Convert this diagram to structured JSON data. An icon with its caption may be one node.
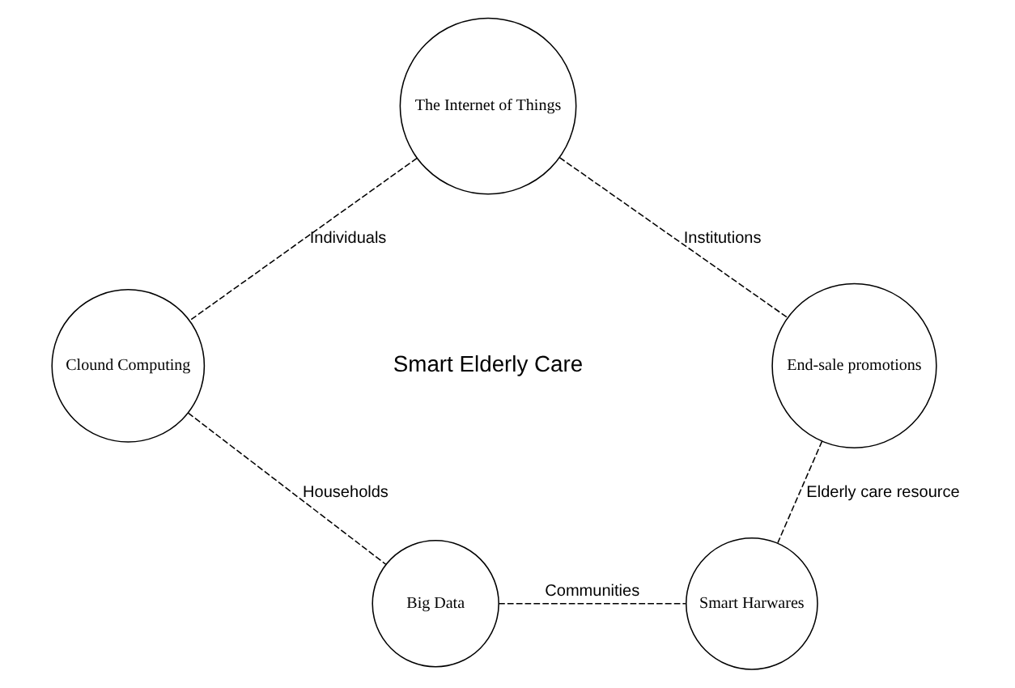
{
  "diagram": {
    "nodes": [
      {
        "text": [
          "The Internet of Things"
        ]
      },
      {
        "text": [
          "Clound Computing"
        ]
      },
      {
        "text": [
          "End-sale promotions"
        ]
      },
      {
        "text": [
          "Big Data"
        ]
      },
      {
        "text": [
          "Smart Harwares"
        ]
      }
    ],
    "edges": [
      {
        "from": 0,
        "to": 1,
        "arrow": "none",
        "style": "dashed",
        "label": "Individuals"
      },
      {
        "from": 0,
        "to": 2,
        "arrow": "none",
        "style": "dashed",
        "label": "Institutions"
      },
      {
        "from": 1,
        "to": 3,
        "arrow": "none",
        "style": "dashed",
        "label": "Households"
      },
      {
        "from": 2,
        "to": 4,
        "arrow": "none",
        "style": "dashed",
        "label": "Elderly care resource"
      },
      {
        "from": 3,
        "to": 4,
        "arrow": "none",
        "style": "dashed",
        "label": "Communities"
      }
    ],
    "labels": [
      "Smart Elderly Care"
    ]
  }
}
